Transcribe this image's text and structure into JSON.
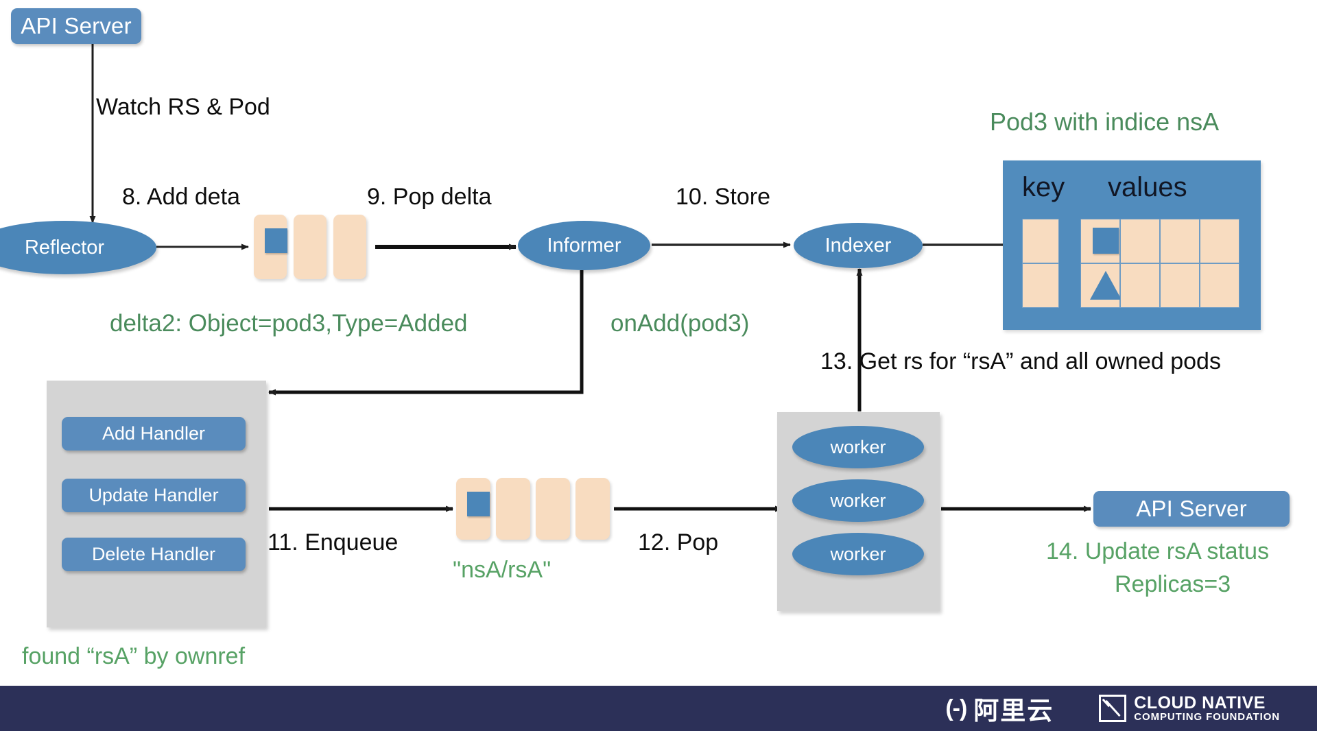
{
  "diagram": {
    "title": "Kubernetes controller / informer data flow",
    "colors": {
      "node_blue": "#5a8cbd",
      "ellipse_blue": "#4b86b8",
      "card_peach": "#f8dcc0",
      "panel_gray": "#d4d4d4",
      "annotation_green": "#57a265",
      "footer_navy": "#2c3058",
      "arrow_black": "#111111"
    },
    "nodes": {
      "api_server_top": "API Server",
      "api_server_bottom": "API Server",
      "reflector": "Reflector",
      "informer": "Informer",
      "indexer": "Indexer",
      "worker1": "worker",
      "worker2": "worker",
      "worker3": "worker"
    },
    "handlers": {
      "add": "Add Handler",
      "update": "Update Handler",
      "delete": "Delete Handler"
    },
    "edge_labels": {
      "watch": "Watch RS & Pod",
      "step8": "8. Add deta",
      "step9": "9. Pop delta",
      "step10": "10. Store",
      "step11": "11. Enqueue",
      "step12": "12. Pop",
      "step13": "13. Get rs for “rsA” and all owned pods"
    },
    "annotations": {
      "delta2": "delta2: Object=pod3,Type=Added",
      "on_add": "onAdd(pod3)",
      "pod3_indice": "Pod3 with indice nsA",
      "nsa_rsa": "\"nsA/rsA\"",
      "found_rsa": "found “rsA” by ownref",
      "step14_line1": "14. Update rsA status",
      "step14_line2": "Replicas=3"
    },
    "indexer_table": {
      "header_key": "key",
      "header_values": "values",
      "key_cells": [
        "",
        ""
      ],
      "value_rows": [
        [
          "square-glyph",
          "",
          "",
          ""
        ],
        [
          "triangle-glyph",
          "",
          "",
          ""
        ]
      ]
    },
    "delta_queue": {
      "name": "delta-fifo-queue",
      "cards": [
        "square-glyph",
        "",
        ""
      ]
    },
    "work_queue": {
      "name": "work-queue",
      "cards": [
        "square-glyph",
        "",
        "",
        ""
      ]
    },
    "footer": {
      "aliyun_bracket": "(-)",
      "aliyun_name": "阿里云",
      "cncf_line1": "CLOUD NATIVE",
      "cncf_line2": "COMPUTING FOUNDATION"
    }
  }
}
